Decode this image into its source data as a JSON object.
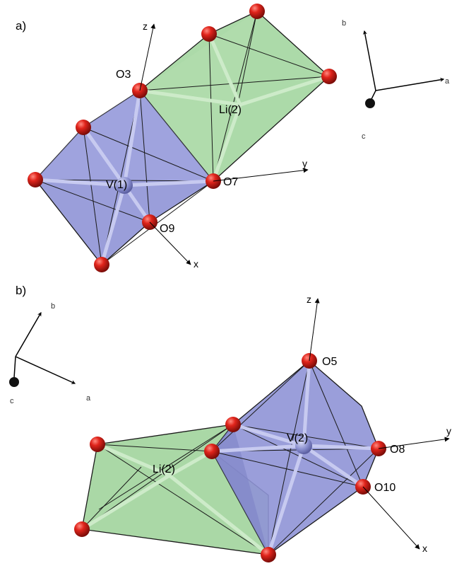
{
  "panels": [
    {
      "label": "a)",
      "center_atom": "V(1)",
      "neighbor_atom": "Li(2)",
      "oxygen_labels": [
        "O3",
        "O7",
        "O9"
      ],
      "local_axes": [
        "x",
        "y",
        "z"
      ],
      "crystal_axes": [
        "b",
        "a",
        "c"
      ]
    },
    {
      "label": "b)",
      "center_atom": "V(2)",
      "neighbor_atom": "Li(2)",
      "oxygen_labels": [
        "O5",
        "O8",
        "O10"
      ],
      "local_axes": [
        "x",
        "y",
        "z"
      ],
      "crystal_axes": [
        "b",
        "a",
        "c"
      ]
    }
  ],
  "colors": {
    "vanadium_polyhedron": "#8f93d6",
    "lithium_polyhedron": "#9ed39a",
    "oxygen_atom": "#e0241b",
    "bond": "#b8bde8",
    "edge": "#1a1a1a"
  },
  "icons": {
    "oxygen": "red-sphere",
    "axis_arrow": "arrow"
  }
}
